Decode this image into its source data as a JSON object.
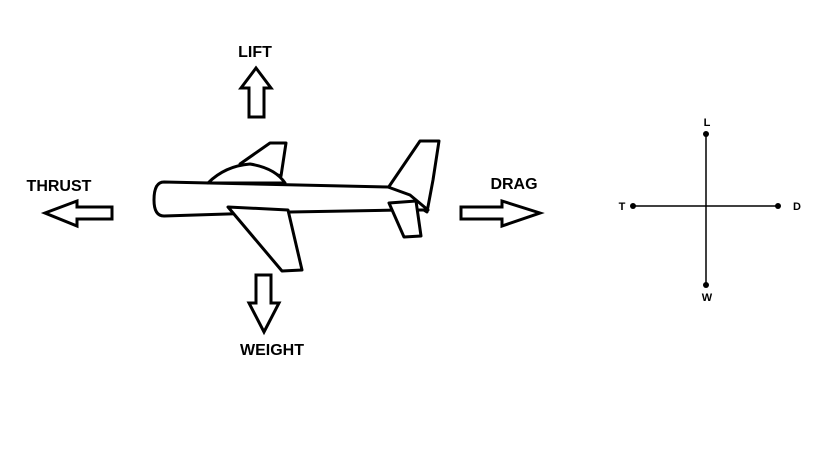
{
  "forces": {
    "lift": "LIFT",
    "weight": "WEIGHT",
    "thrust": "THRUST",
    "drag": "DRAG"
  },
  "free_body_diagram": {
    "top": "L",
    "bottom": "W",
    "left": "T",
    "right": "D"
  },
  "colors": {
    "stroke": "#000000",
    "background": "#ffffff"
  },
  "icons": {
    "aircraft": "airplane-outline-icon",
    "arrows": "block-arrow-icon"
  }
}
